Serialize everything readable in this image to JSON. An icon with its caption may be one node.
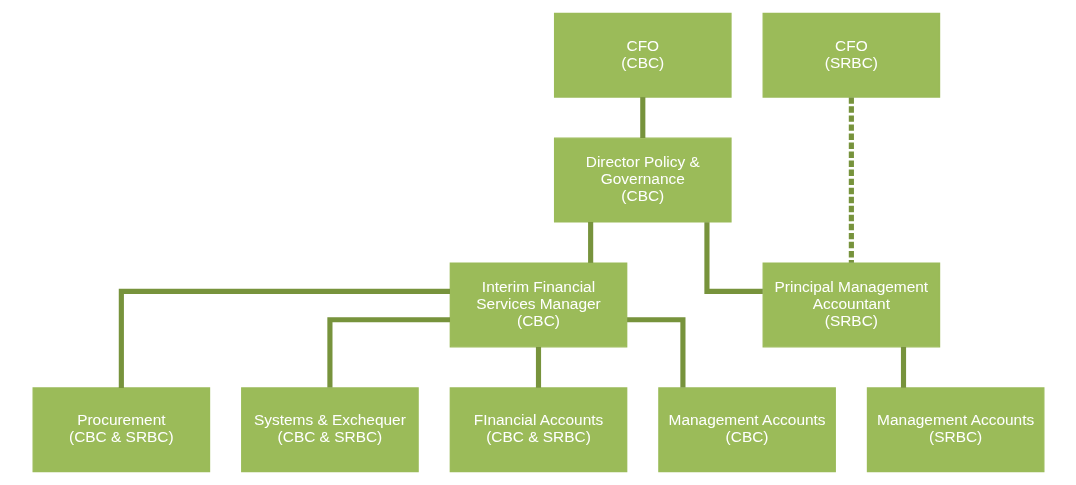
{
  "diagram": {
    "nodes": [
      {
        "text": [
          "CFO",
          "(CBC)"
        ]
      },
      {
        "text": [
          "CFO",
          "(SRBC)"
        ]
      },
      {
        "text": [
          "Director Policy & Governance",
          "(CBC)"
        ]
      },
      {
        "text": [
          "Interim Financial Services Manager",
          "(CBC)"
        ]
      },
      {
        "text": [
          "Principal Management Accountant",
          "(SRBC)"
        ]
      },
      {
        "text": [
          "Procurement",
          "(CBC & SRBC)"
        ]
      },
      {
        "text": [
          "Systems & Exchequer",
          "(CBC & SRBC)"
        ]
      },
      {
        "text": [
          "FInancial Accounts",
          "(CBC & SRBC)"
        ]
      },
      {
        "text": [
          "Management Accounts",
          "(CBC)"
        ]
      },
      {
        "text": [
          "Management Accounts",
          "(SRBC)"
        ]
      }
    ],
    "edges": [
      {
        "from": 0,
        "to": 2,
        "arrow": "none"
      },
      {
        "from": 1,
        "to": 4,
        "arrow": "none",
        "style": "dashed"
      },
      {
        "from": 2,
        "to": 3,
        "arrow": "none"
      },
      {
        "from": 2,
        "to": 4,
        "arrow": "none"
      },
      {
        "from": 3,
        "to": 5,
        "arrow": "none"
      },
      {
        "from": 3,
        "to": 6,
        "arrow": "none"
      },
      {
        "from": 3,
        "to": 7,
        "arrow": "none"
      },
      {
        "from": 3,
        "to": 8,
        "arrow": "none"
      },
      {
        "from": 4,
        "to": 9,
        "arrow": "none"
      }
    ]
  }
}
